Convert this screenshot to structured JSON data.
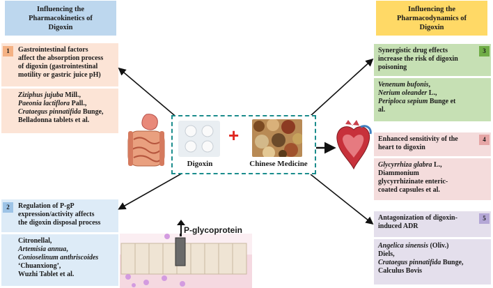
{
  "headers": {
    "pk": [
      "Influencing the",
      "Pharmacokinetics of",
      "Digoxin"
    ],
    "pd": [
      "Influencing the",
      "Pharmacodynamics of",
      "Digoxin"
    ]
  },
  "center": {
    "digoxin_label": "Digoxin",
    "plus": "+",
    "chinese_label": "Chinese Medicine"
  },
  "boxes": [
    {
      "num": "1",
      "title": [
        "Gastrointestinal factors",
        "affect the absorption process",
        "of digoxin (gastrointestinal",
        "motility or gastric juice pH)"
      ],
      "herbs": [
        [
          {
            "t": "Ziziphus jujuba",
            "i": true
          },
          {
            "t": " Mill.,",
            "i": false
          }
        ],
        [
          {
            "t": "Paeonia lactiflora",
            "i": true
          },
          {
            "t": " Pall.,",
            "i": false
          }
        ],
        [
          {
            "t": "Crataegus pinnatifida",
            "i": true
          },
          {
            "t": " Bunge,",
            "i": false
          }
        ],
        [
          {
            "t": "Belladonna tablets et al.",
            "i": false
          }
        ]
      ]
    },
    {
      "num": "2",
      "title": [
        "Regulation of P-gP",
        "expression/activity affects",
        "the digoxin disposal process"
      ],
      "herbs": [
        [
          {
            "t": "Citronellal,",
            "i": false
          }
        ],
        [
          {
            "t": "Artemisia annua",
            "i": true
          },
          {
            "t": ",",
            "i": false
          }
        ],
        [
          {
            "t": "Conioselinum anthriscoides",
            "i": true
          }
        ],
        [
          {
            "t": "‘Chuanxiong’,",
            "i": false
          }
        ],
        [
          {
            "t": "Wuzhi Tablet et al.",
            "i": false
          }
        ]
      ]
    },
    {
      "num": "3",
      "title": [
        "Synergistic drug effects",
        "increase the risk of digoxin",
        "poisoning"
      ],
      "herbs": [
        [
          {
            "t": "Venenum bufonis",
            "i": true
          },
          {
            "t": ",",
            "i": false
          }
        ],
        [
          {
            "t": "Nerium oleander",
            "i": true
          },
          {
            "t": " L.,",
            "i": false
          }
        ],
        [
          {
            "t": "Periploca sepium",
            "i": true
          },
          {
            "t": " Bunge et",
            "i": false
          }
        ],
        [
          {
            "t": "al.",
            "i": false
          }
        ]
      ]
    },
    {
      "num": "4",
      "title": [
        "Enhanced sensitivity of the",
        "heart to digoxin"
      ],
      "herbs": [
        [
          {
            "t": "Glycyrrhiza glabra",
            "i": true
          },
          {
            "t": " L.,",
            "i": false
          }
        ],
        [
          {
            "t": "Diammonium",
            "i": false
          }
        ],
        [
          {
            "t": "glycyrrhizinate enteric-",
            "i": false
          }
        ],
        [
          {
            "t": "coated capsules et al.",
            "i": false
          }
        ]
      ]
    },
    {
      "num": "5",
      "title": [
        "Antagonization of digoxin-",
        "induced ADR"
      ],
      "herbs": [
        [
          {
            "t": "Angelica sinensis",
            "i": true
          },
          {
            "t": " (Oliv.)",
            "i": false
          }
        ],
        [
          {
            "t": "Diels,",
            "i": false
          }
        ],
        [
          {
            "t": "Crataegus pinnatifida",
            "i": true
          },
          {
            "t": " Bunge,",
            "i": false
          }
        ],
        [
          {
            "t": "Calculus Bovis",
            "i": false
          }
        ]
      ]
    }
  ],
  "pgp_label": "P-glycoprotein",
  "colors": {
    "pk_header": "#bdd7ee",
    "pd_header": "#ffd966",
    "box1": "#fce4d6",
    "box1_num": "#f4b183",
    "box2": "#ddebf7",
    "box2_num": "#9dc3e6",
    "box3": "#c6e0b4",
    "box3_num": "#70ad47",
    "box4": "#f4dcdc",
    "box4_num": "#e6a6a6",
    "box5": "#e4dfec",
    "box5_num": "#b4a7d6",
    "center_border": "#1a8c8c"
  }
}
